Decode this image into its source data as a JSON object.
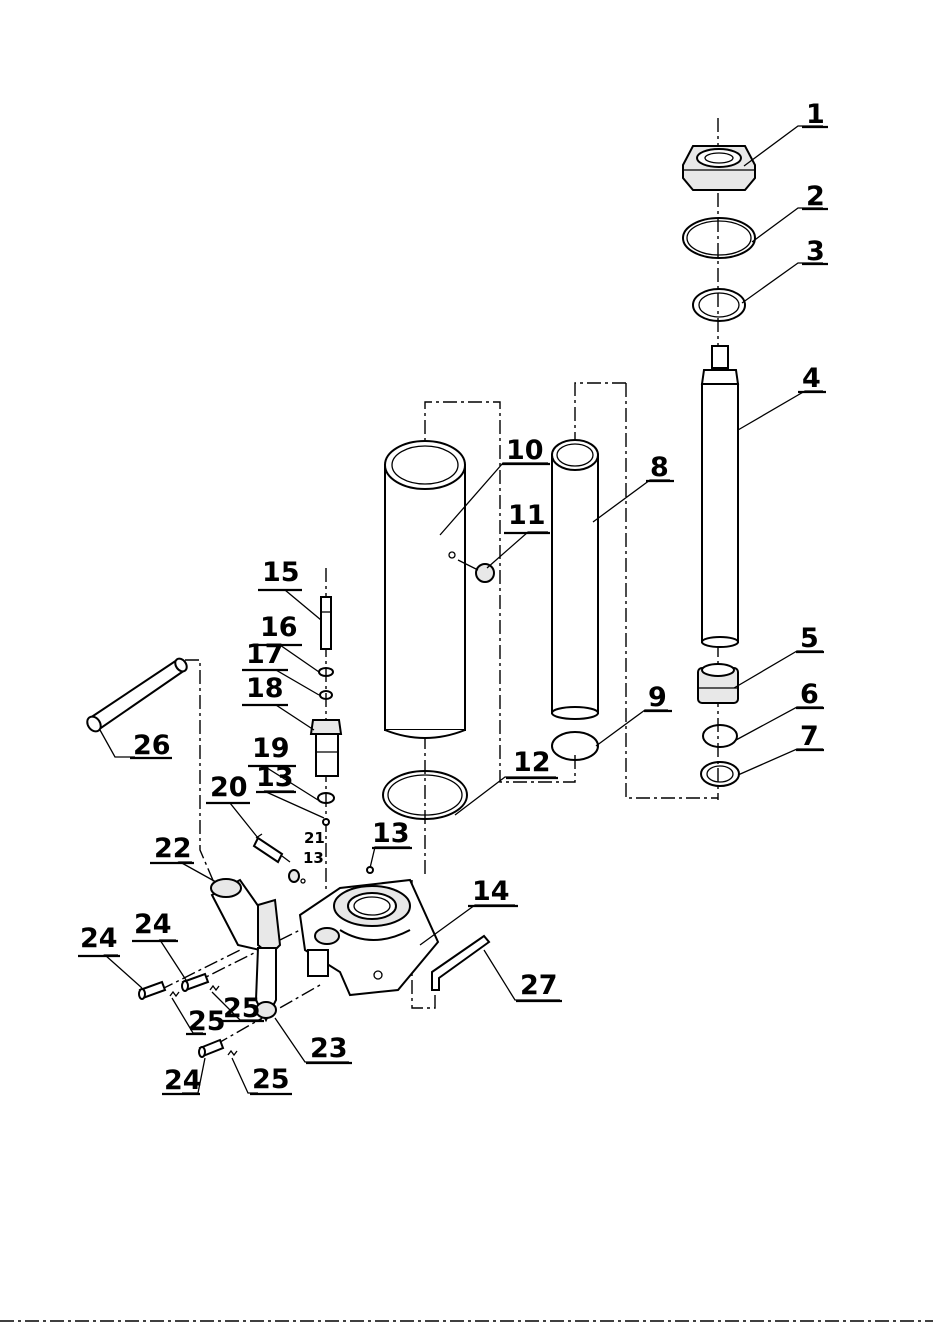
{
  "labels": [
    {
      "id": "p1",
      "text": "1"
    },
    {
      "id": "p2",
      "text": "2"
    },
    {
      "id": "p3",
      "text": "3"
    },
    {
      "id": "p4",
      "text": "4"
    },
    {
      "id": "p5",
      "text": "5"
    },
    {
      "id": "p6",
      "text": "6"
    },
    {
      "id": "p7",
      "text": "7"
    },
    {
      "id": "p8",
      "text": "8"
    },
    {
      "id": "p9",
      "text": "9"
    },
    {
      "id": "p10",
      "text": "10"
    },
    {
      "id": "p11",
      "text": "11"
    },
    {
      "id": "p12",
      "text": "12"
    },
    {
      "id": "p13a",
      "text": "13"
    },
    {
      "id": "p13b",
      "text": "13"
    },
    {
      "id": "p13c",
      "text": "13"
    },
    {
      "id": "p14",
      "text": "14"
    },
    {
      "id": "p15",
      "text": "15"
    },
    {
      "id": "p16",
      "text": "16"
    },
    {
      "id": "p17",
      "text": "17"
    },
    {
      "id": "p18",
      "text": "18"
    },
    {
      "id": "p19",
      "text": "19"
    },
    {
      "id": "p20",
      "text": "20"
    },
    {
      "id": "p21",
      "text": "21"
    },
    {
      "id": "p22",
      "text": "22"
    },
    {
      "id": "p23",
      "text": "23"
    },
    {
      "id": "p24a",
      "text": "24"
    },
    {
      "id": "p24b",
      "text": "24"
    },
    {
      "id": "p24c",
      "text": "24"
    },
    {
      "id": "p25a",
      "text": "25"
    },
    {
      "id": "p25b",
      "text": "25"
    },
    {
      "id": "p25c",
      "text": "25"
    },
    {
      "id": "p26",
      "text": "26"
    },
    {
      "id": "p27",
      "text": "27"
    }
  ]
}
